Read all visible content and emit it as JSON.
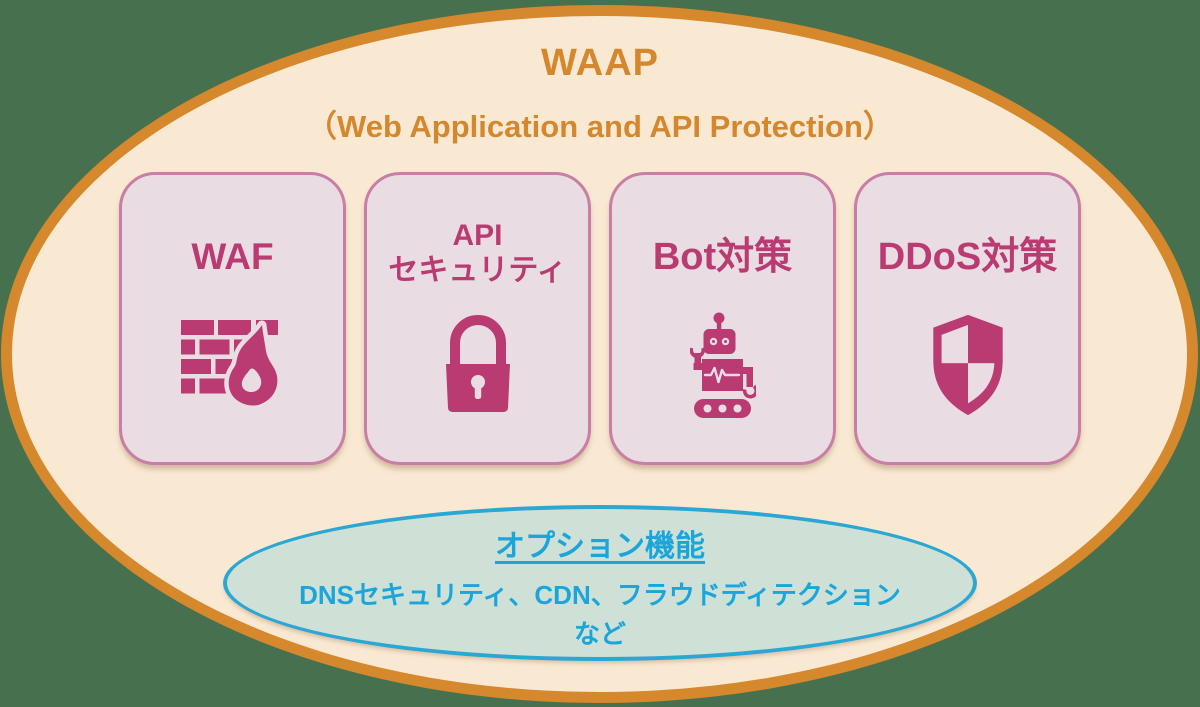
{
  "diagram": {
    "title": "WAAP",
    "subtitle": "（Web Application and API Protection）"
  },
  "cards": [
    {
      "lines": [
        "WAF"
      ],
      "icon": "firewall-icon"
    },
    {
      "lines": [
        "API",
        "セキュリティ"
      ],
      "icon": "lock-icon"
    },
    {
      "lines": [
        "Bot対策"
      ],
      "icon": "robot-icon"
    },
    {
      "lines": [
        "DDoS対策"
      ],
      "icon": "shield-icon"
    }
  ],
  "option_bubble": {
    "title": "オプション機能",
    "items_line": "DNSセキュリティ、CDN、フラウドディテクション",
    "suffix": "など"
  },
  "colors": {
    "canvas_background": "#47714E",
    "outer_ellipse_fill": "#F9E9D3",
    "outer_ellipse_border": "#D6882D",
    "title_text": "#D5872E",
    "card_fill": "#E9DDE3",
    "card_border": "#C97EA5",
    "card_text": "#B93B72",
    "option_fill": "#CFE0D7",
    "option_border": "#2AA7D3",
    "option_text": "#1BA6DB"
  }
}
